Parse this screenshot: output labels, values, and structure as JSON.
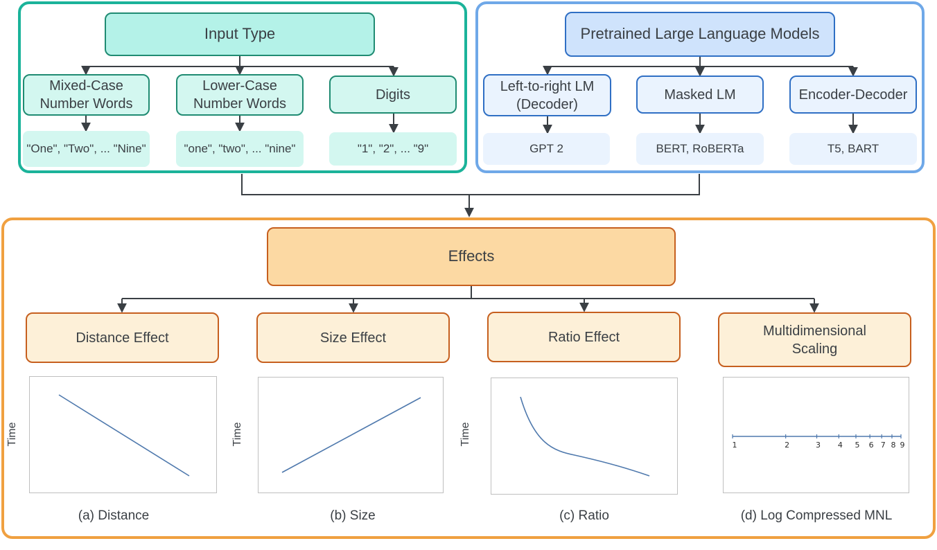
{
  "colors": {
    "teal_border": "#1bb39a",
    "blue_border": "#6fa8e8",
    "orange_border": "#f0a040",
    "connector": "#3a3f44",
    "plot_line": "#4f79ad"
  },
  "input_type": {
    "title": "Input Type",
    "categories": [
      {
        "label": "Mixed-Case Number Words",
        "examples": "\"One\", \"Two\", ... \"Nine\""
      },
      {
        "label": "Lower-Case Number Words",
        "examples": "\"one\", \"two\", ... \"nine\""
      },
      {
        "label": "Digits",
        "examples": "\"1\", \"2\", ... \"9\""
      }
    ]
  },
  "models": {
    "title": "Pretrained Large Language Models",
    "categories": [
      {
        "label": "Left-to-right LM (Decoder)",
        "examples": "GPT 2"
      },
      {
        "label": "Masked LM",
        "examples": "BERT, RoBERTa"
      },
      {
        "label": "Encoder-Decoder",
        "examples": "T5, BART"
      }
    ]
  },
  "effects": {
    "title": "Effects",
    "items": [
      {
        "label": "Distance Effect",
        "ylabel": "Time",
        "caption": "(a) Distance"
      },
      {
        "label": "Size Effect",
        "ylabel": "Time",
        "caption": "(b) Size"
      },
      {
        "label": "Ratio Effect",
        "ylabel": "Time",
        "caption": "(c) Ratio"
      },
      {
        "label": "Multidimensional Scaling",
        "ylabel": "",
        "caption": "(d) Log Compressed MNL"
      }
    ],
    "mnl_ticks": [
      "1",
      "2",
      "3",
      "4",
      "5",
      "6",
      "7",
      "8",
      "9"
    ]
  }
}
